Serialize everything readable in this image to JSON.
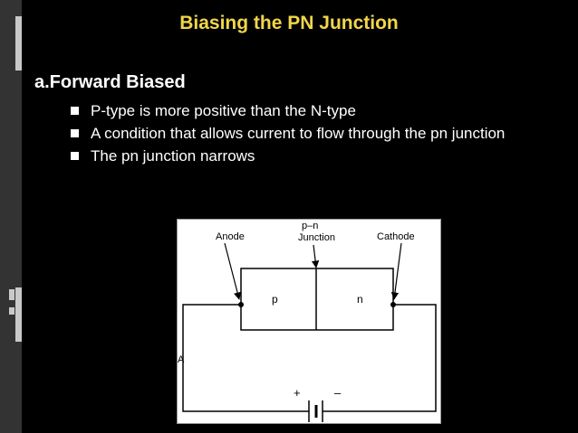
{
  "slide": {
    "title": "Biasing the PN Junction",
    "section": "a.Forward Biased",
    "bullets": [
      "P-type is more positive than the N-type",
      "A condition that allows current to flow through the pn junction",
      "The pn junction narrows"
    ]
  },
  "diagram": {
    "labels": {
      "anode": "Anode",
      "junction_line1": "p–n",
      "junction_line2": "Junction",
      "cathode": "Cathode",
      "p": "p",
      "n": "n",
      "current": "A",
      "plus": "+",
      "minus": "–"
    }
  },
  "colors": {
    "title": "#f2d64a",
    "background": "#000000",
    "text": "#ffffff"
  }
}
